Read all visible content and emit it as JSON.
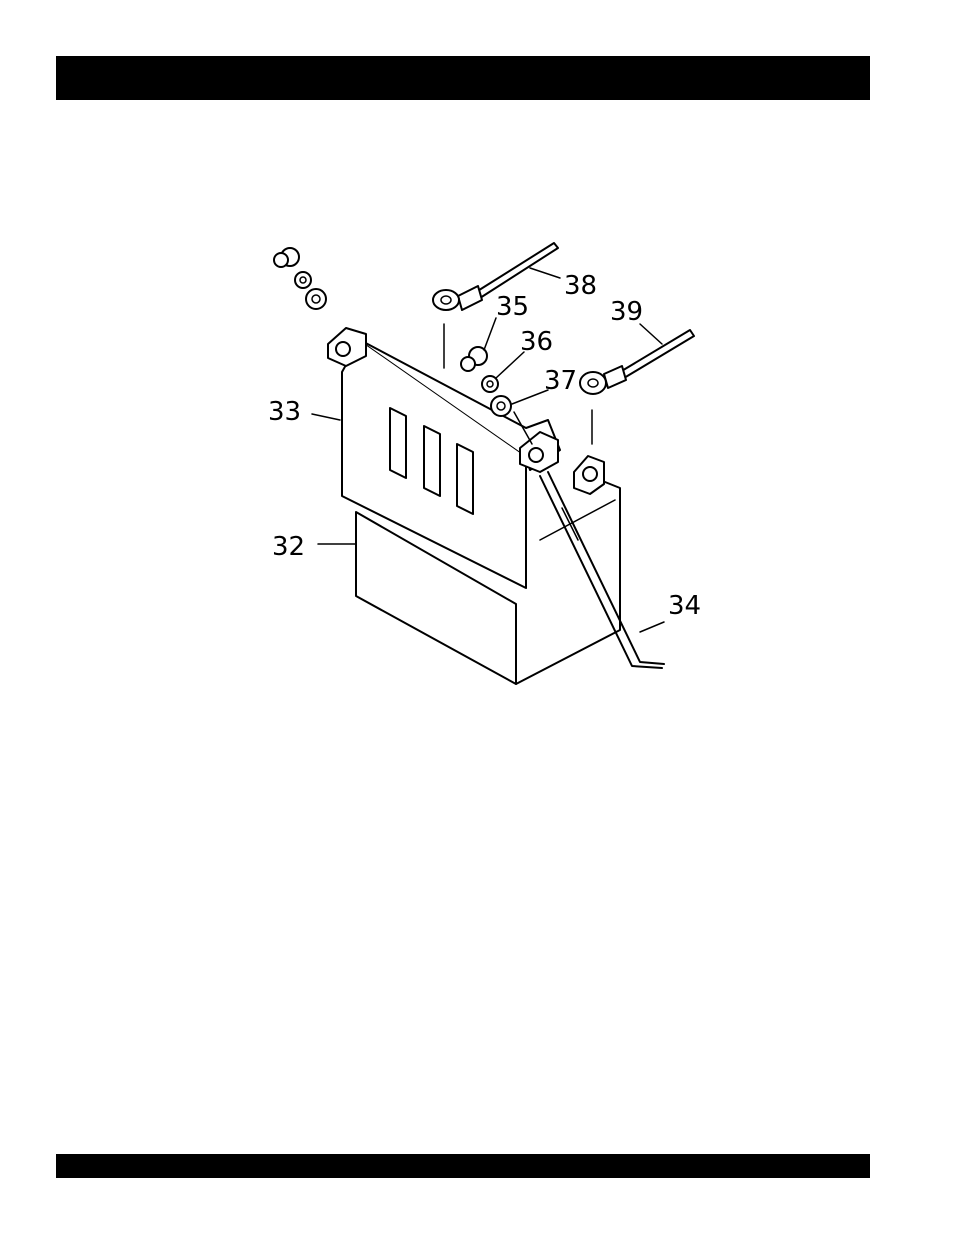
{
  "header_bar": "",
  "footer_bar": "",
  "figure": {
    "callouts": {
      "c32": "32",
      "c33": "33",
      "c34": "34",
      "c35": "35",
      "c36": "36",
      "c37": "37",
      "c38": "38",
      "c39": "39"
    }
  }
}
